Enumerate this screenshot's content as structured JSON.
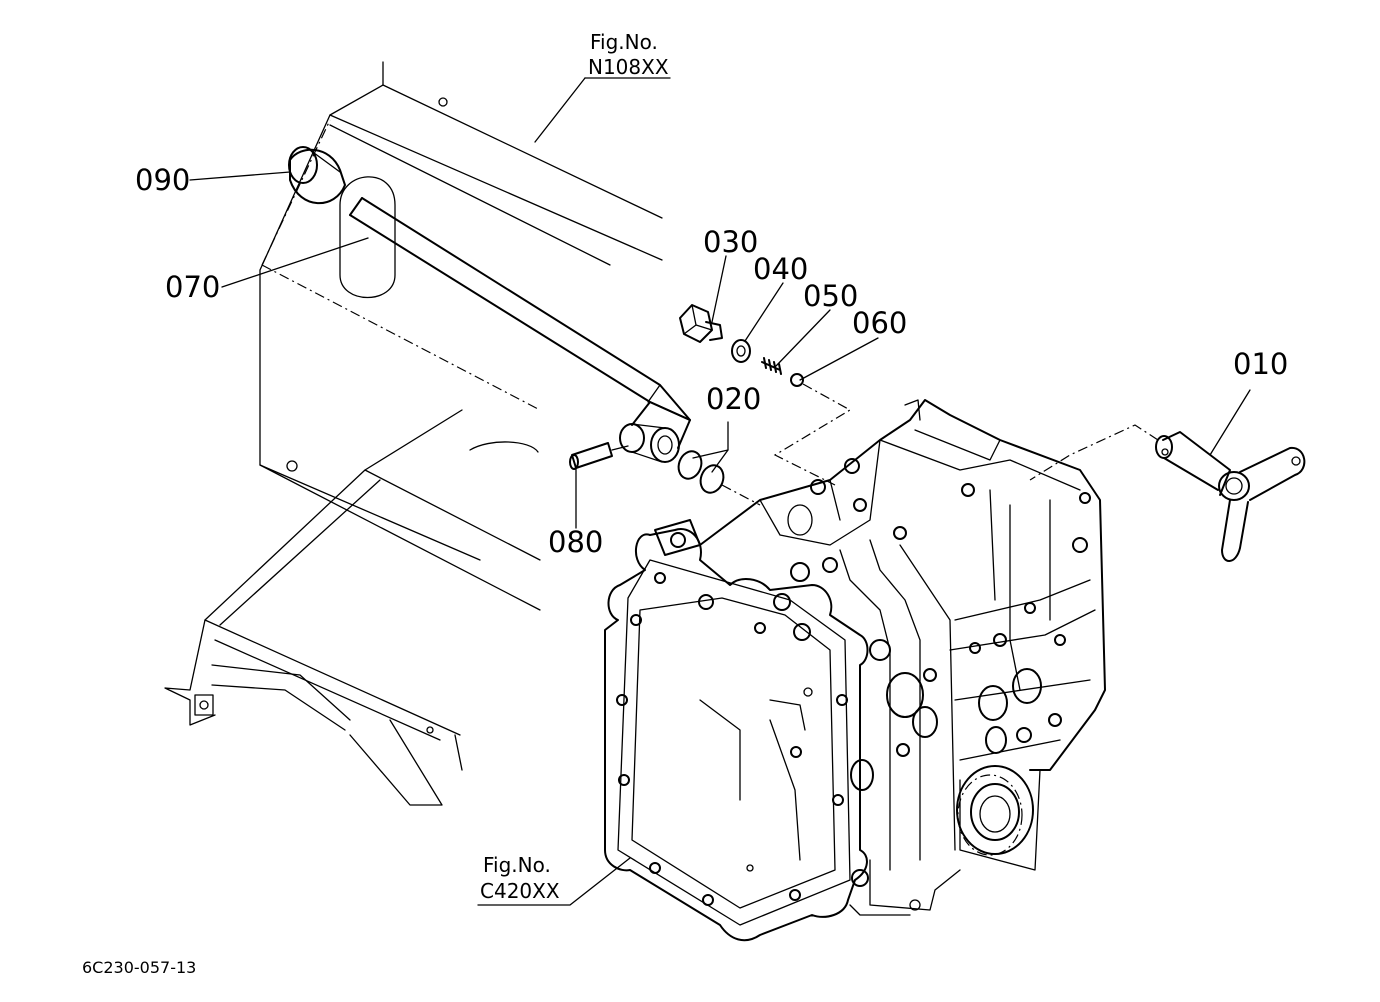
{
  "callouts": {
    "p010": "010",
    "p020": "020",
    "p030": "030",
    "p040": "040",
    "p050": "050",
    "p060": "060",
    "p070": "070",
    "p080": "080",
    "p090": "090"
  },
  "figure_refs": {
    "top": {
      "line1": "Fig.No.",
      "line2": "N108XX"
    },
    "bottom": {
      "line1": "Fig.No.",
      "line2": "C420XX"
    }
  },
  "drawing_code": "6C230-057-13"
}
